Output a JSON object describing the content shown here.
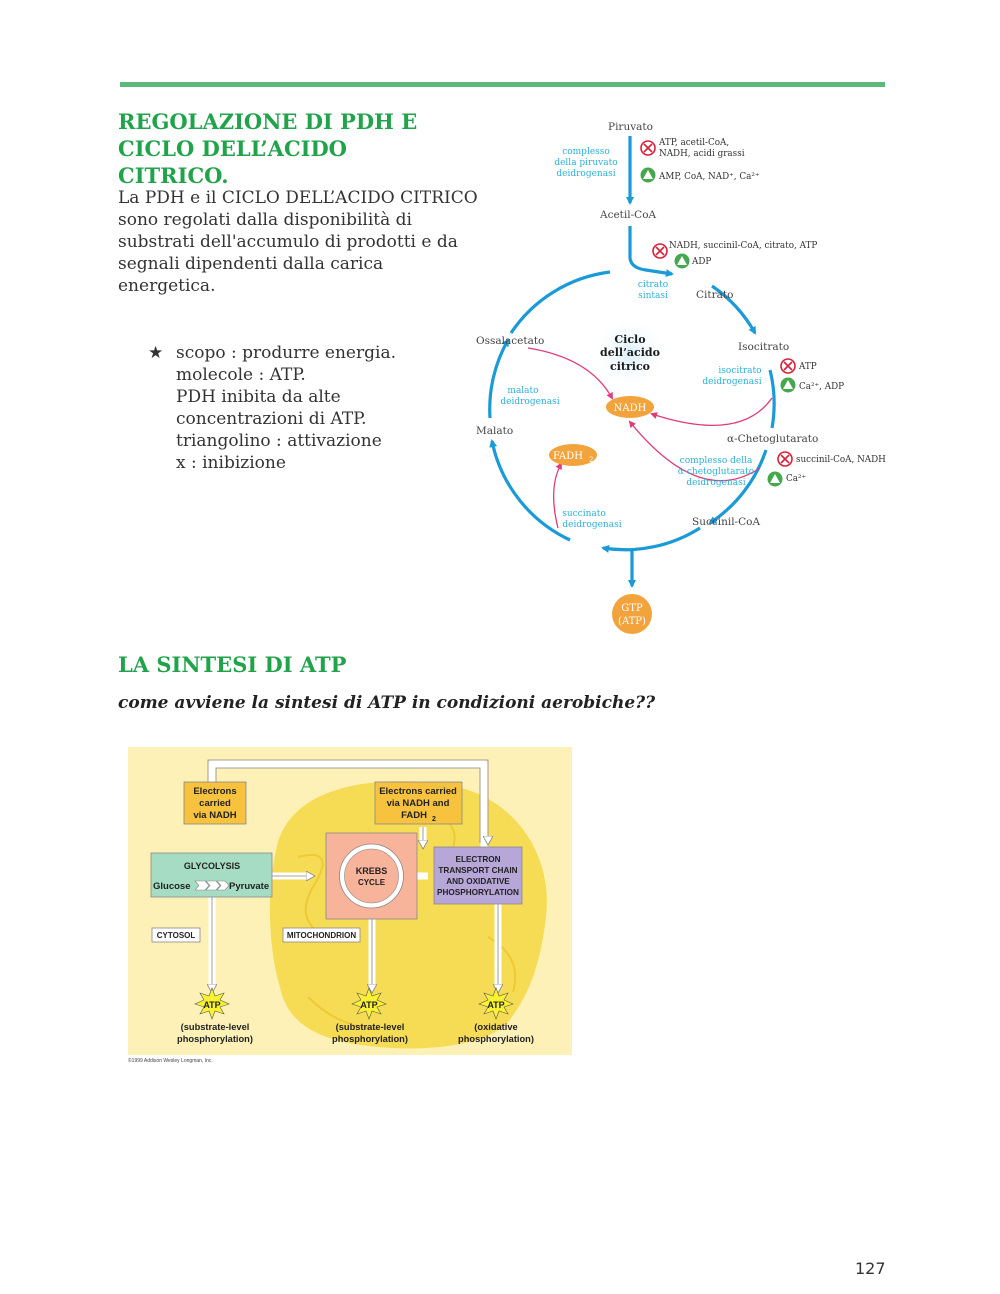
{
  "section1": {
    "title": "REGOLAZIONE DI PDH E CICLO DELL’ACIDO CITRICO.",
    "intro": "La PDH e il CICLO DELL’ACIDO CITRICO sono regolati dalla disponibilità di substrati dell'accumulo di prodotti e da segnali dipendenti dalla carica energetica.",
    "bullet_symbol": "★",
    "bullet_lines": [
      "scopo : produrre energia.",
      "molecole : ATP.",
      "PDH inibita da alte",
      "concentrazioni di ATP.",
      "triangolino : attivazione",
      "x : inibizione"
    ]
  },
  "cycle_diagram": {
    "colors": {
      "arrow": "#1a9ad6",
      "enzyme_text": "#2bb0d8",
      "red_arrow": "#e03b7a",
      "inhibit": "#d9203a",
      "activate": "#45a84e",
      "node": "#f3a33c"
    },
    "metabolites": {
      "piruvato": "Piruvato",
      "acetil_coa": "Acetil-CoA",
      "citrato": "Citrato",
      "isocitrato": "Isocitrato",
      "chetoglutarato": "α-Chetoglutarato",
      "succinil_coa": "Succinil-CoA",
      "malato": "Malato",
      "ossalacetato": "Ossalacetato"
    },
    "center_label": [
      "Ciclo",
      "dell’acido",
      "citrico"
    ],
    "nodes": {
      "nadh": "NADH",
      "fadh2": "FADH",
      "fadh2_sub": "2",
      "gtp_line1": "GTP",
      "gtp_line2": "(ATP)"
    },
    "enzymes": {
      "pdh": [
        "complesso",
        "della piruvato",
        "deidrogenasi"
      ],
      "citrato_sintasi": [
        "citrato",
        "sintasi"
      ],
      "isocitrato_dh": [
        "isocitrato",
        "deidrogenasi"
      ],
      "chetoglutarato_dh": [
        "complesso della",
        "α-chetoglutarato",
        "deidrogenasi"
      ],
      "succinato_dh": [
        "succinato",
        "deidrogenasi"
      ],
      "malato_dh": [
        "malato",
        "deidrogenasi"
      ]
    },
    "regulators": {
      "pdh_inhibitors": [
        "ATP, acetil-CoA,",
        "NADH, acidi grassi"
      ],
      "pdh_activators": "AMP, CoA, NAD⁺, Ca²⁺",
      "cs_inhibitors": "NADH, succinil-CoA, citrato, ATP",
      "cs_activators": "ADP",
      "idh_inhibitors": "ATP",
      "idh_activators": "Ca²⁺, ADP",
      "kgdh_inhibitors": "succinil-CoA, NADH",
      "kgdh_activators": "Ca²⁺"
    }
  },
  "section2": {
    "title": "LA SINTESI DI ATP",
    "question": "come avviene la sintesi di ATP in condizioni aerobiche??"
  },
  "atp_figure": {
    "colors": {
      "background": "#fdf1b8",
      "mitochondrion": "#f6dc55",
      "glycolysis": "#a6dcc3",
      "krebs": "#f7b49b",
      "etc": "#b7a6d8",
      "electron_box": "#f7c23e",
      "star": "#f8f230"
    },
    "electrons_nadh": [
      "Electrons",
      "carried",
      "via NADH"
    ],
    "electrons_nadh_fadh2": [
      "Electrons carried",
      "via NADH and",
      "FADH"
    ],
    "fadh2_sub": "2",
    "glycolysis_title": "GLYCOLYSIS",
    "glucose": "Glucose",
    "pyruvate": "Pyruvate",
    "krebs": [
      "KREBS",
      "CYCLE"
    ],
    "etc": [
      "ELECTRON",
      "TRANSPORT CHAIN",
      "AND OXIDATIVE",
      "PHOSPHORYLATION"
    ],
    "cytosol": "CYTOSOL",
    "mitochondrion": "MITOCHONDRION",
    "atp": "ATP",
    "captions": [
      [
        "(substrate-level",
        "phosphorylation)"
      ],
      [
        "(substrate-level",
        "phosphorylation)"
      ],
      [
        "(oxidative",
        "phosphorylation)"
      ]
    ],
    "copyright": "©1999 Addison Wesley Longman, Inc."
  },
  "page_number": "127"
}
